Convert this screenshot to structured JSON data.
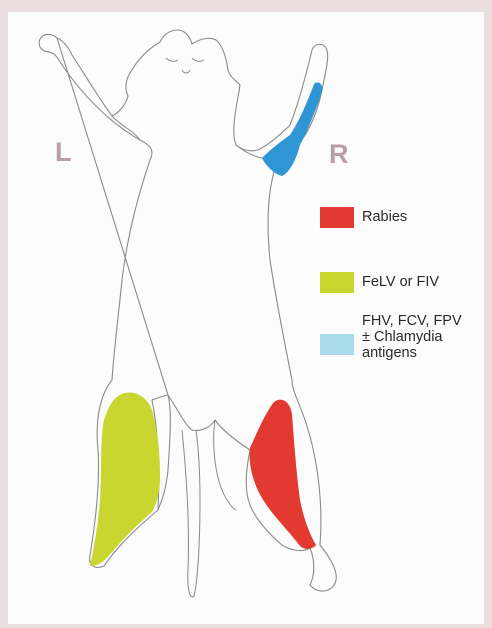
{
  "labels": {
    "left": "L",
    "right": "R"
  },
  "legend": [
    {
      "id": "rabies",
      "text": "Rabies",
      "color": "#e23a31"
    },
    {
      "id": "felv",
      "text": "FeLV or FIV",
      "color": "#c8d62f"
    },
    {
      "id": "fhv",
      "text": "FHV, FCV, FPV\n± Chlamydia\nantigens",
      "color": "#a9dbed"
    }
  ],
  "regions": {
    "right_foreleg": "#2f96d5",
    "right_hindleg": "#e23a31",
    "left_hindleg": "#c8d62f"
  }
}
